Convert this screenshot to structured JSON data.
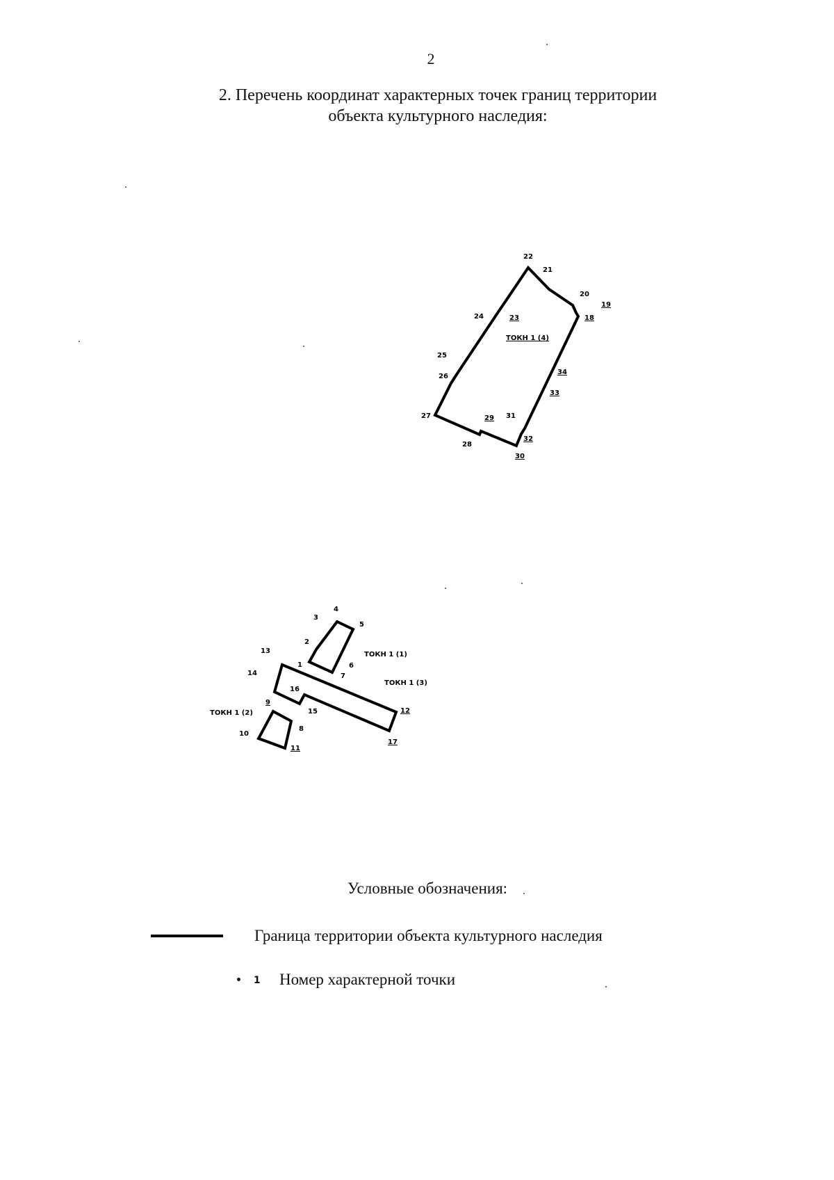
{
  "page_number": "2",
  "heading": {
    "line1": "2. Перечень координат характерных точек границ территории",
    "line2": "объекта культурного наследия:"
  },
  "map_labels": {
    "p1": "1",
    "p2": "2",
    "p3": "3",
    "p4": "4",
    "p5": "5",
    "p6": "6",
    "p7": "7",
    "p8": "8",
    "p9": "9",
    "p10": "10",
    "p11": "11",
    "p12": "12",
    "p13": "13",
    "p14": "14",
    "p15": "15",
    "p16": "16",
    "p17": "17",
    "p18": "18",
    "p19": "19",
    "p20": "20",
    "p21": "21",
    "p22": "22",
    "p23": "23",
    "p24": "24",
    "p25": "25",
    "p26": "26",
    "p27": "27",
    "p28": "28",
    "p29": "29",
    "p30": "30",
    "p31": "31",
    "p32": "32",
    "p33": "33",
    "p34": "34",
    "zone1": "ТОКН 1 (1)",
    "zone2": "ТОКН 1 (2)",
    "zone3": "ТОКН 1 (3)",
    "zone4": "ТОКН 1 (4)"
  },
  "legend": {
    "title": "Условные обозначения:",
    "boundary_label": "Граница территории объекта культурного наследия",
    "point_symbol": "• 1",
    "point_label": "Номер характерной точки"
  }
}
